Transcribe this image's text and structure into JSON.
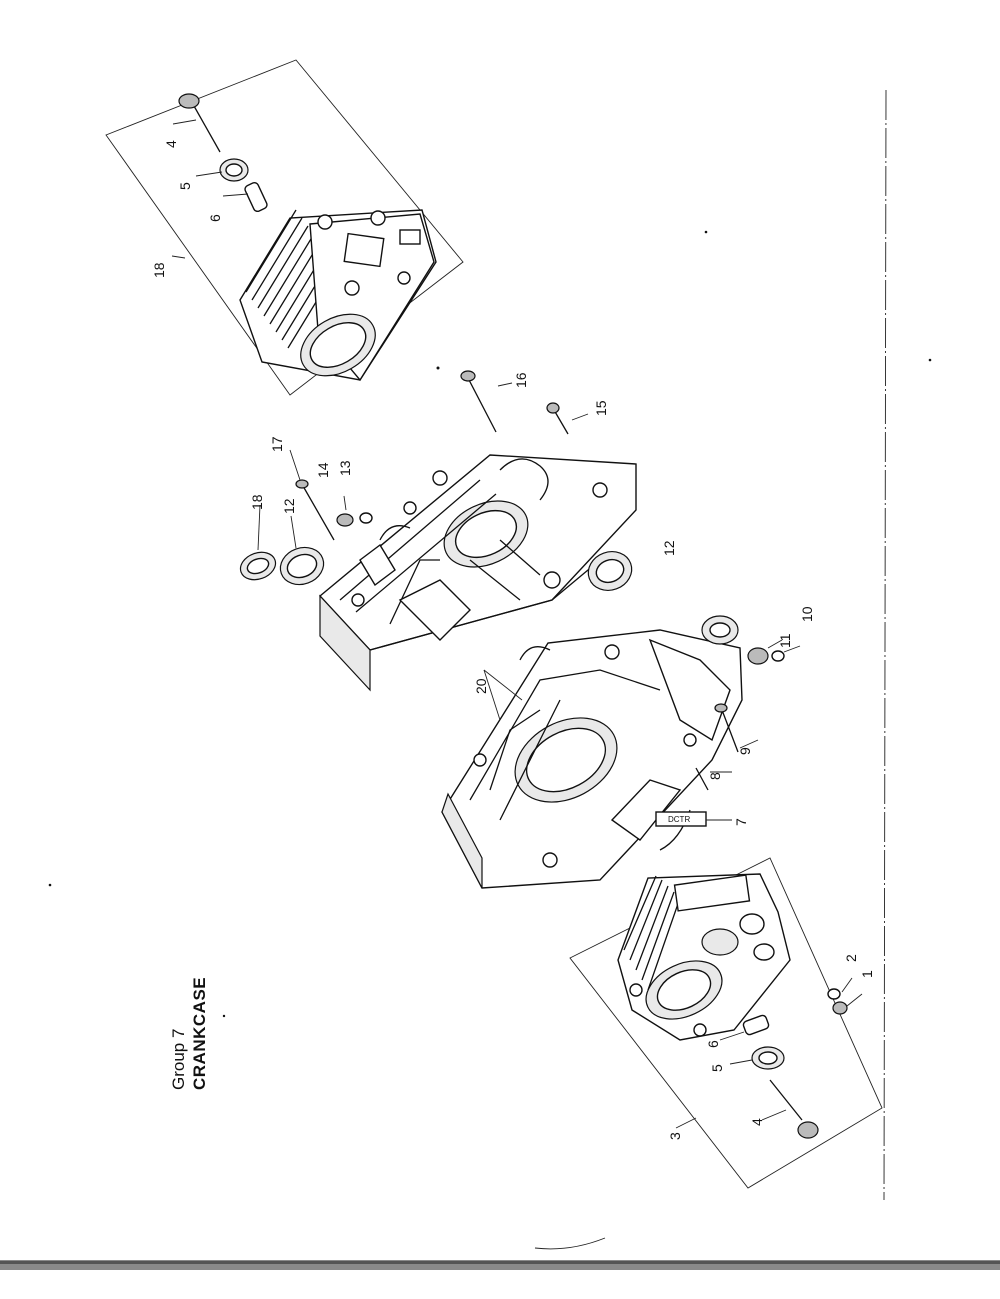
{
  "title": {
    "group": "Group 7",
    "name": "CRANKCASE"
  },
  "callouts": [
    {
      "id": "c1",
      "label": "1"
    },
    {
      "id": "c2",
      "label": "2"
    },
    {
      "id": "c3",
      "label": "3"
    },
    {
      "id": "c4a",
      "label": "4"
    },
    {
      "id": "c4b",
      "label": "4"
    },
    {
      "id": "c5a",
      "label": "5"
    },
    {
      "id": "c5b",
      "label": "5"
    },
    {
      "id": "c6a",
      "label": "6"
    },
    {
      "id": "c6b",
      "label": "6"
    },
    {
      "id": "c7",
      "label": "7"
    },
    {
      "id": "c8",
      "label": "8"
    },
    {
      "id": "c9",
      "label": "9"
    },
    {
      "id": "c10",
      "label": "10"
    },
    {
      "id": "c11",
      "label": "11"
    },
    {
      "id": "c12a",
      "label": "12"
    },
    {
      "id": "c12b",
      "label": "12"
    },
    {
      "id": "c13",
      "label": "13"
    },
    {
      "id": "c14",
      "label": "14"
    },
    {
      "id": "c15",
      "label": "15"
    },
    {
      "id": "c16",
      "label": "16"
    },
    {
      "id": "c17",
      "label": "17"
    },
    {
      "id": "c18a",
      "label": "18"
    },
    {
      "id": "c18b",
      "label": "18"
    },
    {
      "id": "c20",
      "label": "20"
    }
  ],
  "decal_text": "DCTR"
}
